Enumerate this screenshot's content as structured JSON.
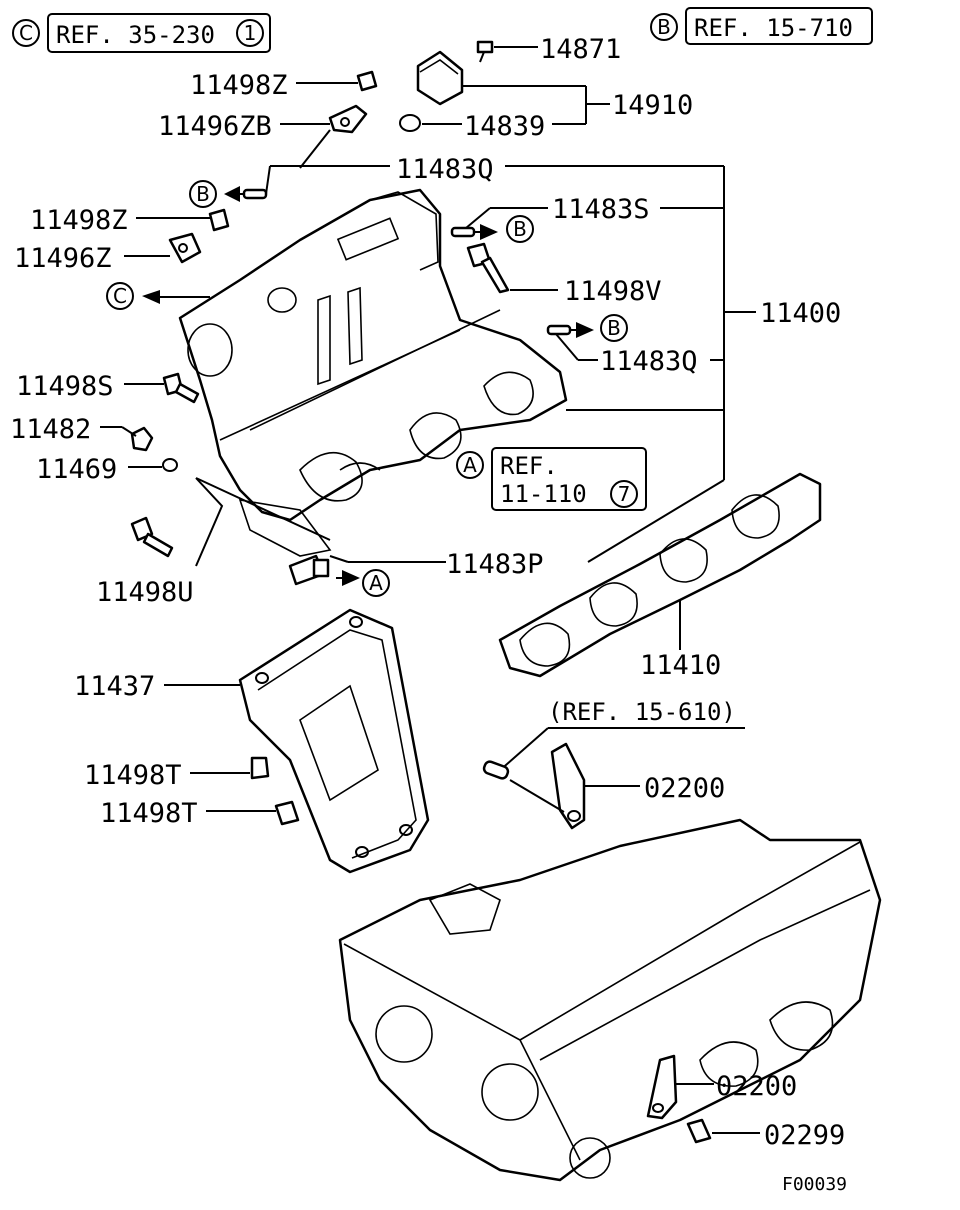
{
  "diagram": {
    "figure_code": "F00039",
    "references": [
      {
        "letter": "C",
        "text": "REF. 35-230",
        "circled": "1"
      },
      {
        "letter": "B",
        "text": "REF. 15-710",
        "circled": ""
      },
      {
        "letter": "A",
        "text_line1": "REF.",
        "text_line2": "11-110",
        "circled": "7"
      },
      {
        "letter": "",
        "text": "(REF. 15-610)",
        "circled": ""
      }
    ],
    "part_numbers": {
      "p14871": "14871",
      "p11498Z_a": "11498Z",
      "p14910": "14910",
      "p11496ZB": "11496ZB",
      "p14839": "14839",
      "p11483Q_a": "11483Q",
      "p11483S": "11483S",
      "p11498Z_b": "11498Z",
      "p11496Z": "11496Z",
      "p11498V": "11498V",
      "p11400": "11400",
      "p11483Q_b": "11483Q",
      "p11498S": "11498S",
      "p11482": "11482",
      "p11469": "11469",
      "p11483P": "11483P",
      "p11498U": "11498U",
      "p11410": "11410",
      "p11437": "11437",
      "p11498T_a": "11498T",
      "p11498T_b": "11498T",
      "p02200_a": "02200",
      "p02200_b": "02200",
      "p02299": "02299"
    },
    "markers": {
      "B": "B",
      "C": "C",
      "A": "A"
    }
  }
}
